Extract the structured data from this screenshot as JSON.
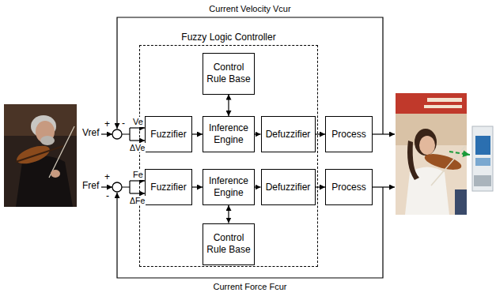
{
  "diagram": {
    "nodes": [
      {
        "text": [
          "Fuzzy Logic Controller"
        ]
      },
      {
        "text": [
          "Control Rule Base"
        ],
        "in": 0
      },
      {
        "text": [
          "Fuzzifier"
        ],
        "in": 0
      },
      {
        "text": [
          "Inference Engine"
        ],
        "in": 0
      },
      {
        "text": [
          "Defuzzifier"
        ],
        "in": 0
      },
      {
        "text": [
          "Process"
        ]
      },
      {
        "text": [
          "Fuzzifier"
        ],
        "in": 0
      },
      {
        "text": [
          "Inference Engine"
        ],
        "in": 0
      },
      {
        "text": [
          "Defuzzifier"
        ],
        "in": 0
      },
      {
        "text": [
          "Process"
        ]
      },
      {
        "text": [
          "Control Rule Base"
        ],
        "in": 0
      }
    ],
    "edges": [
      {
        "from": 2,
        "to": 3,
        "arrow": "to"
      },
      {
        "from": 1,
        "to": 3,
        "arrow": "both"
      },
      {
        "from": 3,
        "to": 4,
        "arrow": "to"
      },
      {
        "from": 4,
        "to": 5,
        "arrow": "to"
      },
      {
        "from": 6,
        "to": 7,
        "arrow": "to"
      },
      {
        "from": 10,
        "to": 7,
        "arrow": "both"
      },
      {
        "from": 7,
        "to": 8,
        "arrow": "to"
      },
      {
        "from": 8,
        "to": 9,
        "arrow": "to"
      }
    ],
    "labels": [
      "Current Velocity Vcur",
      "Vref",
      "+",
      "-",
      "Ve",
      "ΔVe",
      "Fref",
      "+",
      "-",
      "Fe",
      "ΔFe",
      "Current Force Fcur"
    ]
  }
}
